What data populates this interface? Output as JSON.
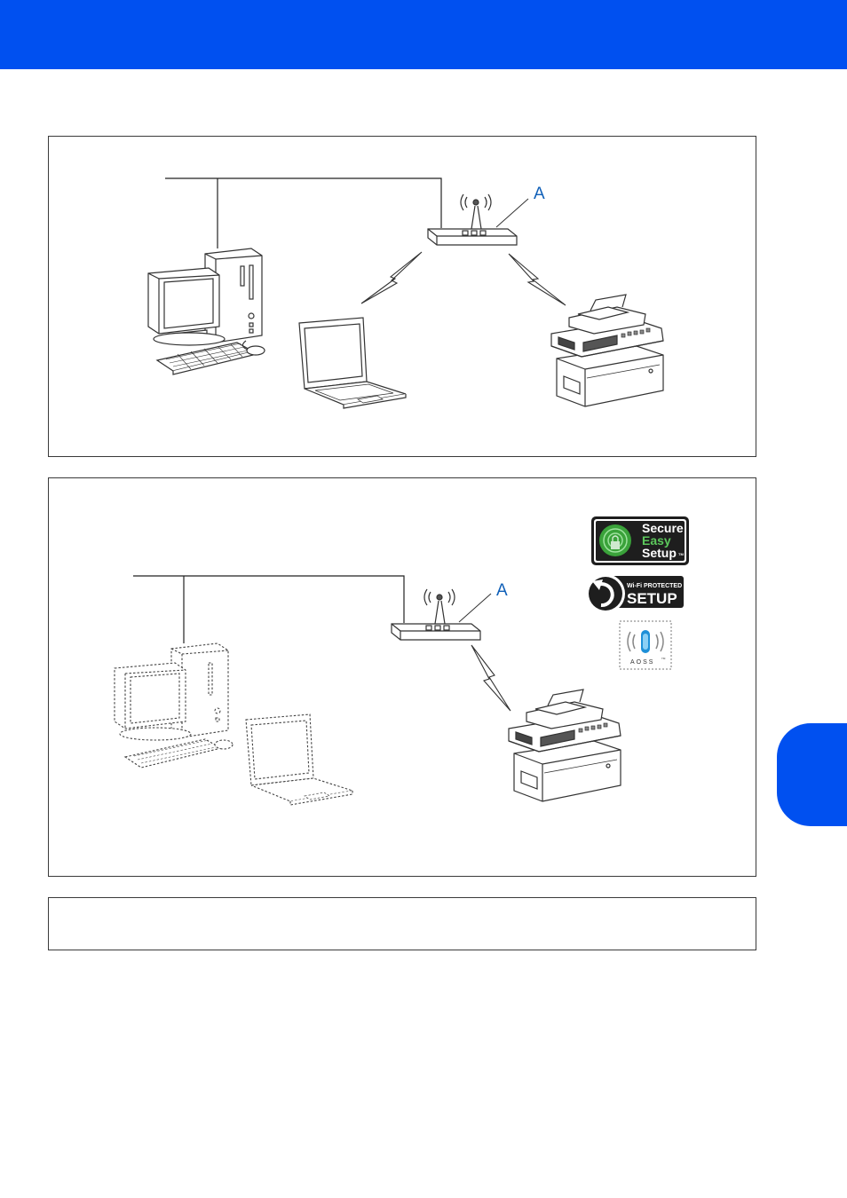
{
  "header": {
    "band_color": "#0050f0"
  },
  "side_tab": {
    "color": "#0050f0"
  },
  "panel_infrastructure": {
    "callout_label": "A"
  },
  "panel_one_push": {
    "callout_label": "A",
    "logos": {
      "secure_easy_setup": {
        "line1": "Secure",
        "line2": "Easy",
        "line3": "Setup",
        "tm": "TM"
      },
      "wps": {
        "small": "Wi-Fi PROTECTED",
        "big": "SETUP"
      },
      "aoss": {
        "label": "AOSS",
        "tm": "TM"
      }
    }
  },
  "colors": {
    "accent": "#0050f0",
    "callout": "#1060b8",
    "ses_green": "#3aa23a"
  }
}
